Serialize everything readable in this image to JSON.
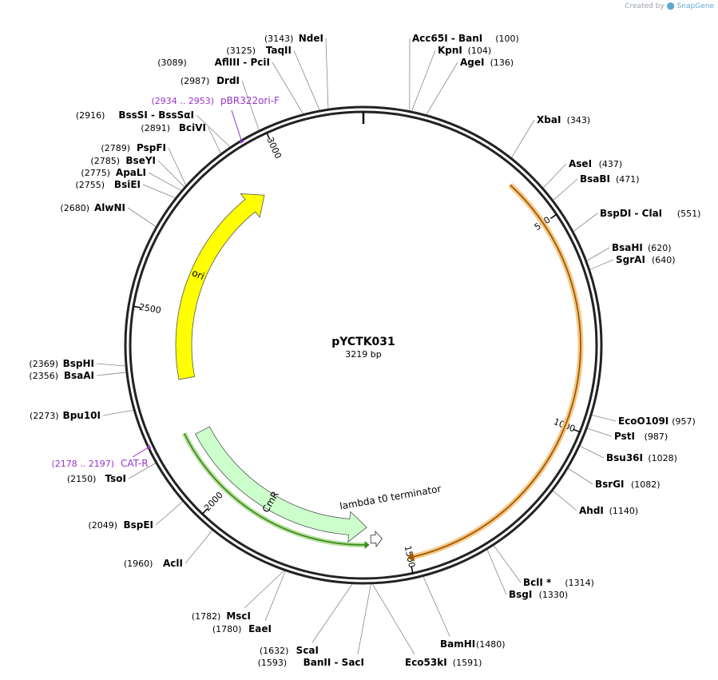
{
  "credit": {
    "prefix": "Created by",
    "brand": "SnapGene",
    "logo_icon": "snapgene-logo-icon"
  },
  "map": {
    "name": "pYCTK031",
    "length": "3219 bp",
    "total_bp": 3219,
    "tick_labels": [
      {
        "bp": 500,
        "label": "500"
      },
      {
        "bp": 1000,
        "label": "1000"
      },
      {
        "bp": 1500,
        "label": "1500"
      },
      {
        "bp": 2000,
        "label": "2000"
      },
      {
        "bp": 2500,
        "label": "2500"
      },
      {
        "bp": 3000,
        "label": "3000"
      }
    ],
    "features": [
      {
        "name": "",
        "start": 380,
        "end": 1500,
        "direction": "reverse",
        "color": "#f5c98a",
        "kind": "inner"
      },
      {
        "name": "ori",
        "start": 2320,
        "end": 2920,
        "direction": "forward",
        "color": "#ffff00",
        "kind": "inner"
      },
      {
        "name": "CmR",
        "start": 1600,
        "end": 2165,
        "direction": "reverse",
        "color": "#ccffcc",
        "kind": "inner"
      },
      {
        "name": "",
        "start": 1600,
        "end": 2180,
        "direction": "reverse",
        "color": "#3d8c1f",
        "kind": "line"
      },
      {
        "name": "lambda t0 terminator",
        "start": 1560,
        "end": 1590,
        "direction": "reverse",
        "color": "#ffffff",
        "kind": "terminator"
      }
    ],
    "primers": [
      {
        "label": "pBR322ori-F",
        "range": "(2934 .. 2953)",
        "bp": 2943
      },
      {
        "label": "CAT-R",
        "range": "(2178 .. 2197)",
        "bp": 2187
      }
    ],
    "sites": [
      {
        "enzymes": [
          "NdeI"
        ],
        "pos": "(3143)",
        "bp": 3143
      },
      {
        "enzymes": [
          "TaqII"
        ],
        "pos": "(3125)",
        "bp": 3125
      },
      {
        "enzymes": [
          "AflIII",
          "PciI"
        ],
        "pos": "(3089)",
        "bp": 3089
      },
      {
        "enzymes": [
          "DrdI"
        ],
        "pos": "(2987)",
        "bp": 2987
      },
      {
        "enzymes": [
          "BssSI",
          "BssSαI"
        ],
        "pos": "(2916)",
        "bp": 2916
      },
      {
        "enzymes": [
          "BciVI"
        ],
        "pos": "(2891)",
        "bp": 2891
      },
      {
        "enzymes": [
          "PspFI"
        ],
        "pos": "(2789)",
        "bp": 2789
      },
      {
        "enzymes": [
          "BseYI"
        ],
        "pos": "(2785)",
        "bp": 2785
      },
      {
        "enzymes": [
          "ApaLI"
        ],
        "pos": "(2775)",
        "bp": 2775
      },
      {
        "enzymes": [
          "BsiEI"
        ],
        "pos": "(2755)",
        "bp": 2755
      },
      {
        "enzymes": [
          "AlwNI"
        ],
        "pos": "(2680)",
        "bp": 2680
      },
      {
        "enzymes": [
          "BspHI"
        ],
        "pos": "(2369)",
        "bp": 2369
      },
      {
        "enzymes": [
          "BsaAI"
        ],
        "pos": "(2356)",
        "bp": 2356
      },
      {
        "enzymes": [
          "Bpu10I"
        ],
        "pos": "(2273)",
        "bp": 2273
      },
      {
        "enzymes": [
          "TsoI"
        ],
        "pos": "(2150)",
        "bp": 2150
      },
      {
        "enzymes": [
          "BspEI"
        ],
        "pos": "(2049)",
        "bp": 2049
      },
      {
        "enzymes": [
          "AclI"
        ],
        "pos": "(1960)",
        "bp": 1960
      },
      {
        "enzymes": [
          "MscI"
        ],
        "pos": "(1782)",
        "bp": 1782
      },
      {
        "enzymes": [
          "EaeI"
        ],
        "pos": "(1780)",
        "bp": 1780
      },
      {
        "enzymes": [
          "ScaI"
        ],
        "pos": "(1632)",
        "bp": 1632
      },
      {
        "enzymes": [
          "BanII",
          "SacI"
        ],
        "pos": "(1593)",
        "bp": 1593
      },
      {
        "enzymes": [
          "Eco53kI"
        ],
        "pos": "(1591)",
        "bp": 1591
      },
      {
        "enzymes": [
          "BamHI"
        ],
        "pos": "(1480)",
        "bp": 1480
      },
      {
        "enzymes": [
          "BsgI"
        ],
        "pos": "(1330)",
        "bp": 1330
      },
      {
        "enzymes": [
          "BclI *"
        ],
        "pos": "(1314)",
        "bp": 1314
      },
      {
        "enzymes": [
          "AhdI"
        ],
        "pos": "(1140)",
        "bp": 1140
      },
      {
        "enzymes": [
          "BsrGI"
        ],
        "pos": "(1082)",
        "bp": 1082
      },
      {
        "enzymes": [
          "Bsu36I"
        ],
        "pos": "(1028)",
        "bp": 1028
      },
      {
        "enzymes": [
          "PstI"
        ],
        "pos": "(987)",
        "bp": 987
      },
      {
        "enzymes": [
          "EcoO109I"
        ],
        "pos": "(957)",
        "bp": 957
      },
      {
        "enzymes": [
          "SgrAI"
        ],
        "pos": "(640)",
        "bp": 640
      },
      {
        "enzymes": [
          "BsaHI"
        ],
        "pos": "(620)",
        "bp": 620
      },
      {
        "enzymes": [
          "BspDI",
          "ClaI"
        ],
        "pos": "(551)",
        "bp": 551
      },
      {
        "enzymes": [
          "BsaBI"
        ],
        "pos": "(471)",
        "bp": 471
      },
      {
        "enzymes": [
          "AseI"
        ],
        "pos": "(437)",
        "bp": 437
      },
      {
        "enzymes": [
          "XbaI"
        ],
        "pos": "(343)",
        "bp": 343
      },
      {
        "enzymes": [
          "AgeI"
        ],
        "pos": "(136)",
        "bp": 136
      },
      {
        "enzymes": [
          "KpnI"
        ],
        "pos": "(104)",
        "bp": 104
      },
      {
        "enzymes": [
          "Acc65I",
          "BanI"
        ],
        "pos": "(100)",
        "bp": 100
      }
    ]
  }
}
